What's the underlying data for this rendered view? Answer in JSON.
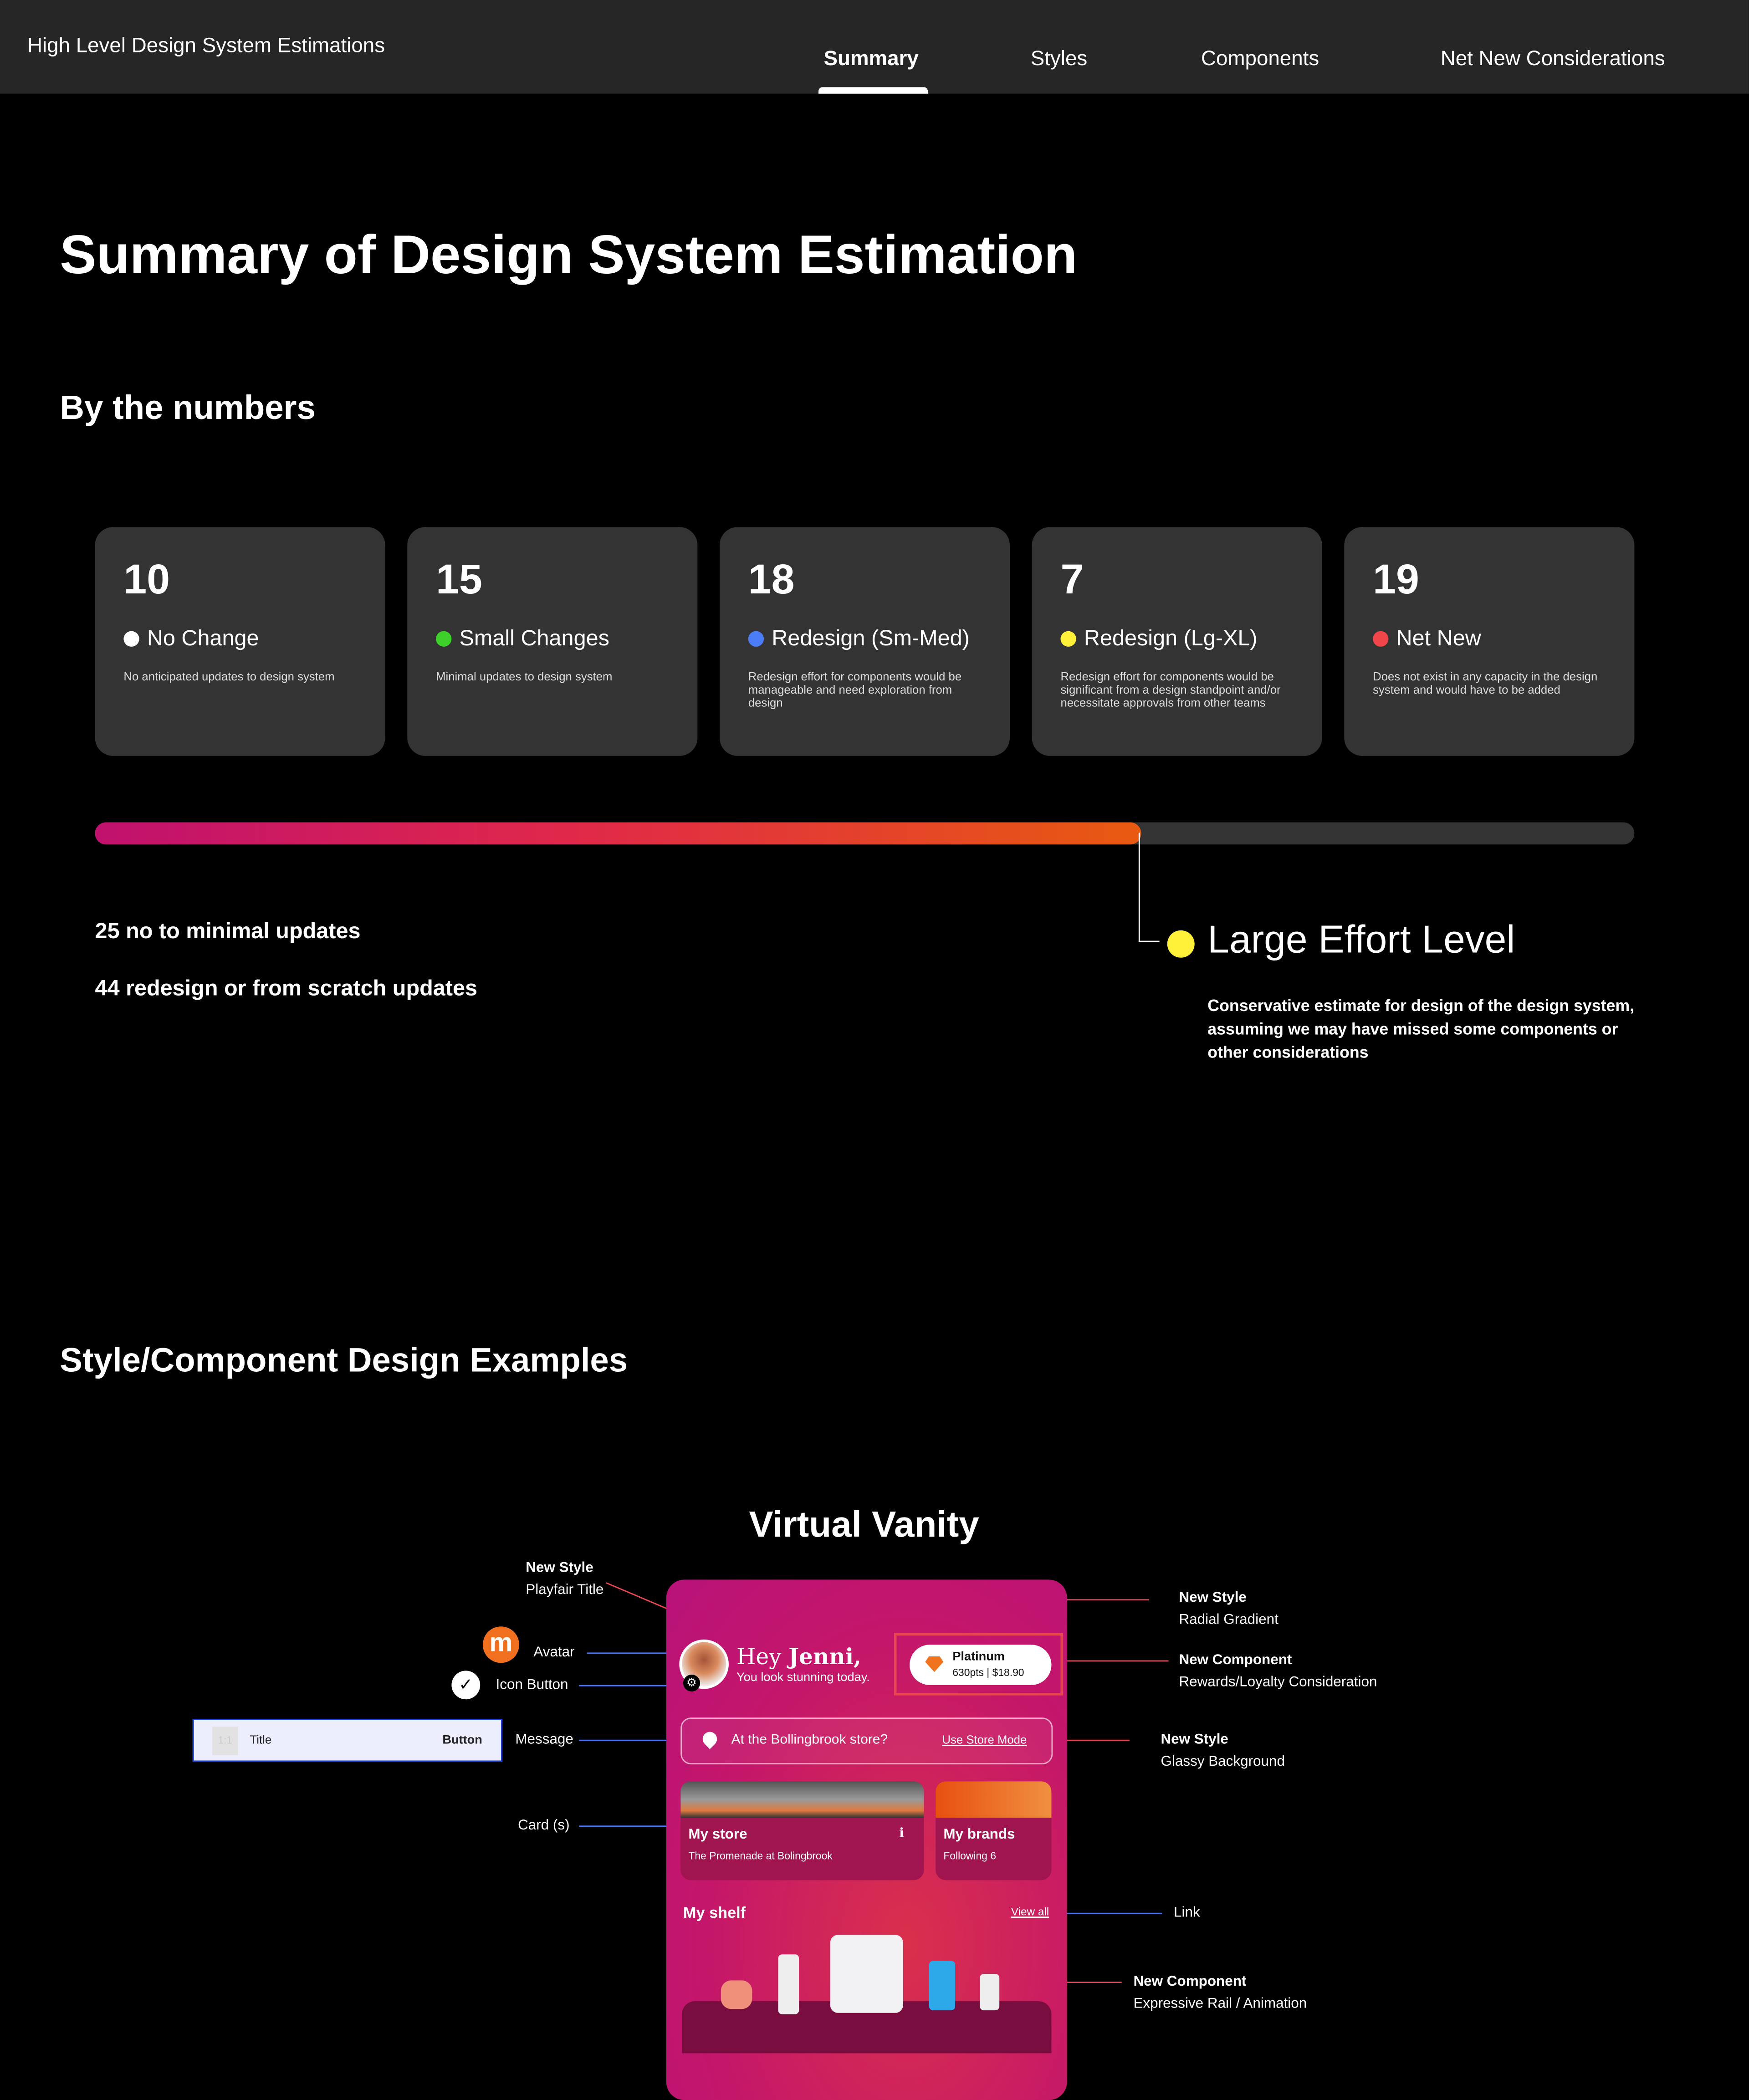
{
  "header": {
    "title": "High Level Design System Estimations",
    "tabs": [
      {
        "label": "Summary",
        "active": true
      },
      {
        "label": "Styles"
      },
      {
        "label": "Components"
      },
      {
        "label": "Net New Considerations"
      }
    ]
  },
  "page_title": "Summary of Design System Estimation",
  "numbers": {
    "heading": "By the numbers",
    "cards": [
      {
        "count": "10",
        "label": "No Change",
        "color": "#ffffff",
        "desc": "No anticipated updates to design system"
      },
      {
        "count": "15",
        "label": "Small Changes",
        "color": "#3ecf2a",
        "desc": "Minimal updates to design system"
      },
      {
        "count": "18",
        "label": "Redesign (Sm-Med)",
        "color": "#4a7cf5",
        "desc": "Redesign effort for components would be manageable and need exploration from design"
      },
      {
        "count": "7",
        "label": "Redesign (Lg-XL)",
        "color": "#fff03a",
        "desc": "Redesign effort for components would be significant from a design standpoint and/or necessitate approvals from other teams"
      },
      {
        "count": "19",
        "label": "Net New",
        "color": "#f0464a",
        "desc": "Does not exist in any capacity in the design system and would have to be added"
      }
    ],
    "progress_fraction": 0.68,
    "stat_minimal": "25 no to minimal updates",
    "stat_redesign": "44 redesign or from scratch updates",
    "effort": {
      "title": "Large Effort Level",
      "color": "#fff03a",
      "desc": "Conservative estimate for design of the design system, assuming we may have missed some components or other considerations"
    }
  },
  "examples": {
    "heading": "Style/Component Design Examples",
    "title": "Virtual Vanity",
    "annotations": {
      "playfair": {
        "kind": "New Style",
        "name": "Playfair Title"
      },
      "avatar": "Avatar",
      "avatar_glyph": "m",
      "icon_button": "Icon Button",
      "message": "Message",
      "card": "Card (s)",
      "radial": {
        "kind": "New Style",
        "name": "Radial Gradient"
      },
      "loyalty": {
        "kind": "New Component",
        "name": "Rewards/Loyalty Consideration"
      },
      "glassy": {
        "kind": "New Style",
        "name": "Glassy Background"
      },
      "link": "Link",
      "rail": {
        "kind": "New Component",
        "name": "Expressive Rail / Animation"
      },
      "list_row": {
        "thumb": "1:1",
        "title": "Title",
        "button": "Button"
      }
    },
    "phone": {
      "greeting_hey": "Hey ",
      "greeting_name": "Jenni,",
      "subtitle": "You look stunning today.",
      "tier": "Platinum",
      "points": "630pts | $18.90",
      "message": "At the Bollingbrook store?",
      "message_link": "Use Store Mode",
      "store_card": {
        "title": "My store",
        "subtitle": "The Promenade at Bolingbrook"
      },
      "brands_card": {
        "title": "My brands",
        "subtitle": "Following 6"
      },
      "shelf_title": "My shelf",
      "view_all": "View all"
    }
  }
}
